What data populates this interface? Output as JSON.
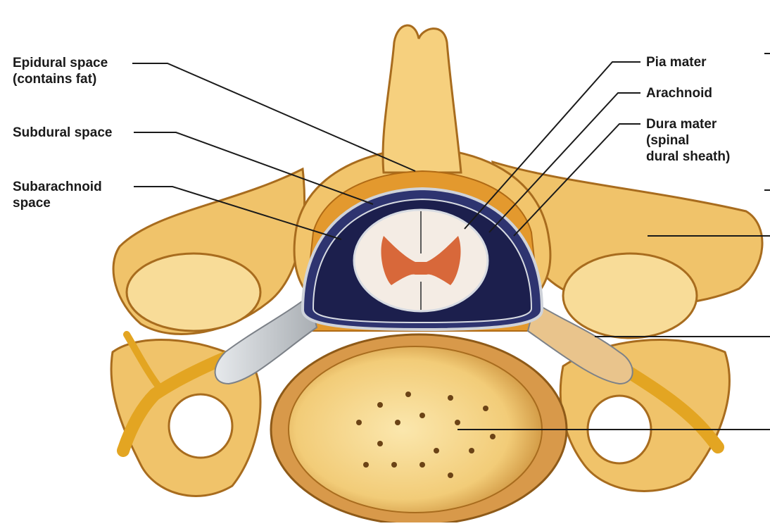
{
  "labels": {
    "epidural": [
      "Epidural space",
      "(contains fat)"
    ],
    "subdural": [
      "Subdural space"
    ],
    "subarachnoid": [
      "Subarachnoid",
      "space"
    ],
    "pia": [
      "Pia mater"
    ],
    "arachnoid": [
      "Arachnoid"
    ],
    "dura": [
      "Dura mater",
      "(spinal",
      "dural sheath)"
    ]
  },
  "colors": {
    "bone": "#f3c56a",
    "bone_dark": "#c98a2c",
    "bone_light": "#fbe6a8",
    "fat": "#e8a33a",
    "dura": "#2e3470",
    "csf": "#1c1f4d",
    "cord_white": "#f4ece4",
    "cord_grey": "#d8683a",
    "nerve": "#f2c23c",
    "sheath": "#c8ccd0"
  }
}
